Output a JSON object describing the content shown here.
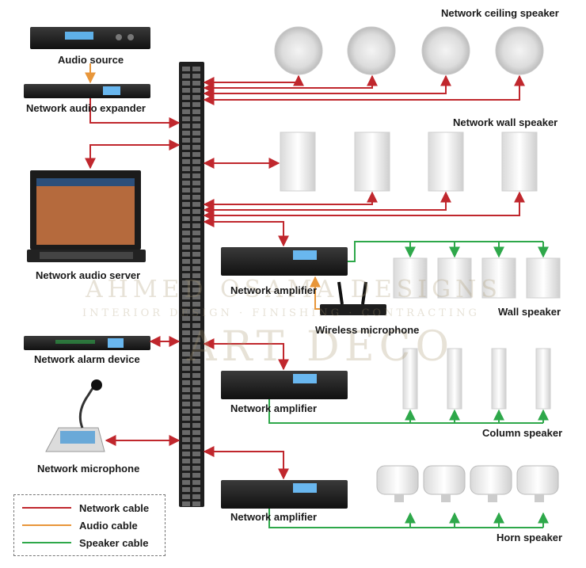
{
  "labels": {
    "audio_source": "Audio source",
    "network_audio_expander": "Network audio expander",
    "network_audio_server": "Network audio server",
    "network_alarm_device": "Network alarm device",
    "network_microphone": "Network microphone",
    "network_ceiling_speaker": "Network ceiling speaker",
    "network_wall_speaker": "Network wall speaker",
    "network_amplifier_1": "Network amplifier",
    "network_amplifier_2": "Network amplifier",
    "network_amplifier_3": "Network amplifier",
    "wireless_microphone": "Wireless microphone",
    "wall_speaker": "Wall speaker",
    "column_speaker": "Column speaker",
    "horn_speaker": "Horn speaker"
  },
  "legend": [
    {
      "label": "Network cable",
      "color": "#c0272d"
    },
    {
      "label": "Audio cable",
      "color": "#e8963a"
    },
    {
      "label": "Speaker cable",
      "color": "#2ea84a"
    }
  ],
  "watermark": {
    "line1": "AHMED OSAMA DESIGNS",
    "line2": "INTERIOR DESIGN · FINISHING · CONTRACTING",
    "line3": "ART DECO"
  },
  "colors": {
    "network": "#c0272d",
    "audio": "#e8963a",
    "speaker": "#2ea84a"
  }
}
